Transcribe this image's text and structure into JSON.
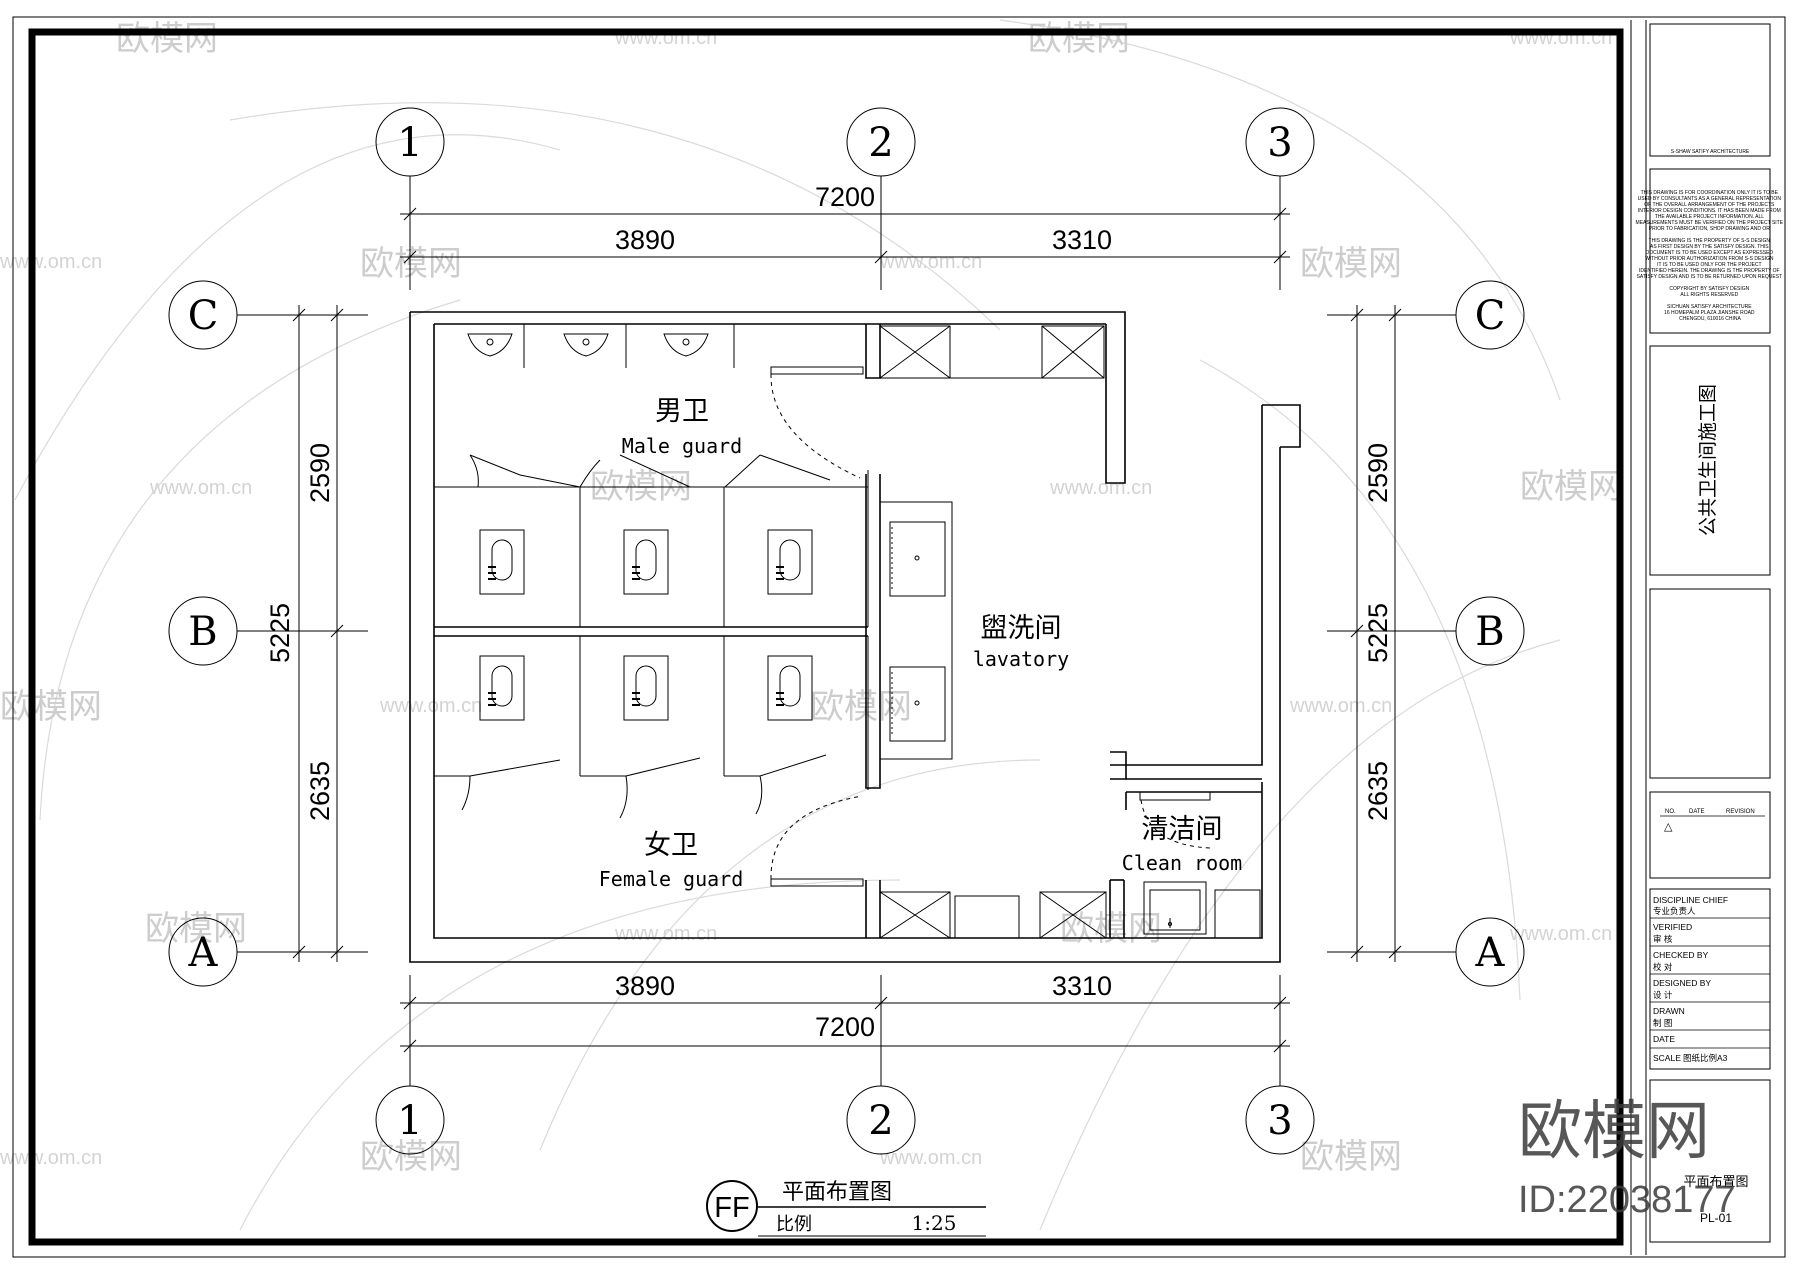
{
  "drawing": {
    "grid_columns": [
      "1",
      "2",
      "3"
    ],
    "grid_rows": [
      "C",
      "B",
      "A"
    ],
    "dims_horizontal": {
      "total": "7200",
      "left": "3890",
      "right": "3310"
    },
    "dims_vertical": {
      "total": "5225",
      "upper": "2590",
      "lower": "2635"
    },
    "rooms": {
      "male_cn": "男卫",
      "male_en": "Male guard",
      "female_cn": "女卫",
      "female_en": "Female guard",
      "lavatory_cn": "盥洗间",
      "lavatory_en": "lavatory",
      "clean_cn": "清洁间",
      "clean_en": "Clean room"
    },
    "caption": {
      "code": "FF",
      "title": "平面布置图",
      "scale_label": "比例",
      "scale": "1:25"
    }
  },
  "title_block": {
    "firm": "S-SHAW SATIFY ARCHITECTURE",
    "notes": [
      "THIS DRAWING IS FOR COORDINATION ONLY IT IS TO BE",
      "USED BY CONSULTANTS AS A GENERAL REPRESENTATION",
      "OF THE OVERALL ARRANGEMENT OF THE PROJECTS",
      "INTERIOR DESIGN CONDITIONS. IT HAS BEEN MADE FROM",
      "THE AVAILABLE PROJECT INFORMATION. ALL",
      "MEASUREMENTS MUST BE VERIFIED ON THE PROJECT SITE",
      "PRIOR TO FABRICATION, SHOP DRAWING AND OR",
      "",
      "THIS DRAWING IS THE PROPERTY OF S-S DESIGN",
      "AS FIRST DESIGN BY THE SATISFY DESIGN. THIS",
      "DOCUMENT IS TO BE USED EXCEPT AS EXPRESSED",
      "WITHOUT PRIOR AUTHORIZATION FROM S-S DESIGN",
      "IT IS TO BE USED ONLY FOR THE PROJECT",
      "IDENTIFIED HEREIN. THE DRAWING IS THE PROPERTY OF",
      "SATISFY DESIGN AND IS TO BE RETURNED UPON REQUEST",
      "",
      "COPYRIGHT BY SATISFY DESIGN",
      "ALL RIGHTS RESERVED",
      "",
      "SICHUAN SATISFY ARCHITECTURE",
      "16 HOMEPALM PLAZA JIANSHE ROAD",
      "CHENGDU, 610016 CHINA"
    ],
    "project_title": "公共卫生间施工图",
    "revision": {
      "no": "NO.",
      "date": "DATE",
      "revision": "REVISION",
      "mark": "△"
    },
    "rows": [
      {
        "en": "DISCIPLINE CHIEF",
        "cn": "专业负责人"
      },
      {
        "en": "VERIFIED",
        "cn": "审  核"
      },
      {
        "en": "CHECKED BY",
        "cn": "校  对"
      },
      {
        "en": "DESIGNED BY",
        "cn": "设  计"
      },
      {
        "en": "DRAWN",
        "cn": "制  图"
      },
      {
        "en": "DATE",
        "cn": ""
      }
    ],
    "scale_row": {
      "label": "SCALE",
      "value": "图纸比例A3"
    },
    "sheet_title": "平面布置图",
    "sheet_no": "PL-01"
  },
  "watermark": {
    "logo_text": "欧模网",
    "url": "www.om.cn",
    "id": "ID:22038177"
  }
}
